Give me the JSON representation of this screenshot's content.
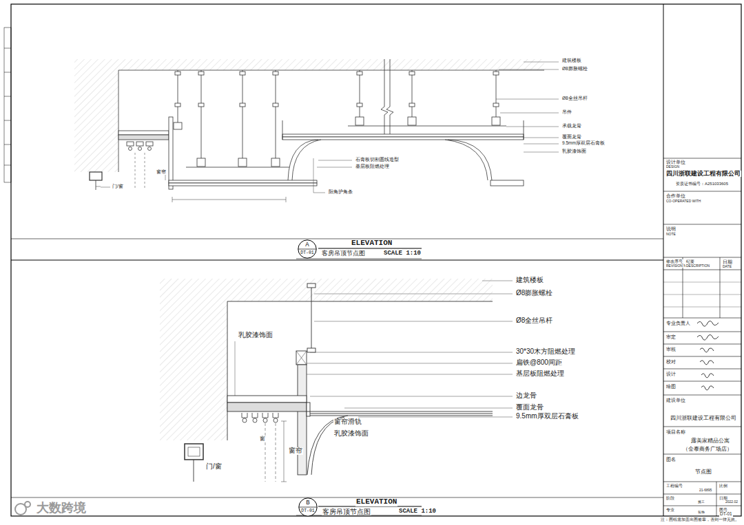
{
  "diagram": {
    "nodes": [
      {
        "text": [
          "A",
          "DT-01"
        ]
      },
      {
        "text": [
          "B",
          "DT-01"
        ]
      }
    ],
    "labels": [
      "建筑楼板",
      "Ø8膨胀螺栓",
      "Ø8全丝吊杆",
      "吊件",
      "承载龙骨",
      "覆面龙骨",
      "9.5mm厚双层石膏板",
      "乳胶漆饰面",
      "石膏板切割圆线造型",
      "基层板阻燃处理",
      "阳角护角条",
      "窗帘",
      "门/窗",
      "ELEVATION",
      "客房吊顶节点图",
      "SCALE 1:10",
      "建筑楼板",
      "Ø8膨胀螺栓",
      "Ø8全丝吊杆",
      "乳胶漆饰面",
      "30*30木方阻燃处理",
      "扁铁@800间距",
      "基层板阻燃处理",
      "边龙骨",
      "覆面龙骨",
      "9.5mm厚双层石膏板",
      "窗帘滑轨",
      "乳胶漆饰面",
      "窗",
      "窗帘",
      "门/窗",
      "ELEVATION",
      "客房吊顶节点图",
      "SCALE 1:10",
      "设计单位",
      "DESIGN",
      "四川浙联建设工程有限公司",
      "资质证书编号：A251033605",
      "合作单位",
      "CO-OPERATED WITH",
      "说明",
      "NOTE",
      "修改序号",
      "REVISION NO",
      "纪要",
      "DESCRIPTION",
      "日期",
      "DATE",
      "专业负责人",
      "审定",
      "审核",
      "校对",
      "设计",
      "绘图",
      "建设单位",
      "四川浙联建设工程有限公司",
      "项目名称",
      "露美家精品公寓",
      "（金泰商务广场店）",
      "图名",
      "节点图",
      "工程编号",
      "21-6895",
      "比例",
      "阶段",
      "施工",
      "日期",
      "2022.02",
      "专业",
      "装饰",
      "图号",
      "DT-01",
      "注：图纸需加盖出图签章，否则一律无效。",
      "大数跨境"
    ]
  }
}
